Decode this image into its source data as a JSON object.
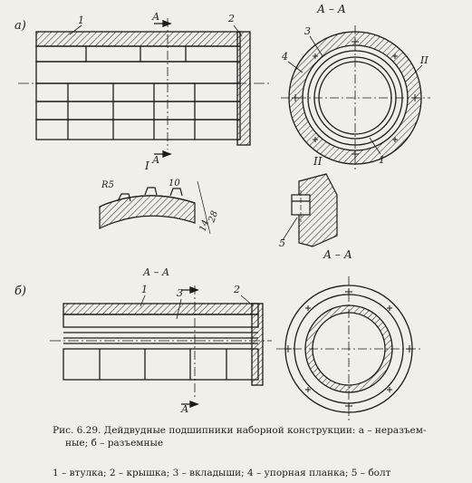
{
  "labels": {
    "view_a": "а)",
    "view_b": "б)",
    "section_aa": "А – А",
    "section_aa_b1": "А – А",
    "section_aa_b2": "А – А",
    "arrow_a": "А",
    "n1": "1",
    "n2": "2",
    "n3": "3",
    "n4": "4",
    "n5": "5",
    "roman1": "I",
    "roman2": "II",
    "r5": "R5",
    "d10": "10",
    "d14": "14",
    "d28": "28"
  },
  "caption": {
    "line1": "Рис. 6.29. Дейдвудные подшипники наборной конструкции: а – неразъем-",
    "line2": "ные; б – разъемные",
    "legend": "1 – втулка;  2 – крышка;  3 – вкладыши;  4 – упорная планка;  5 – болт"
  }
}
